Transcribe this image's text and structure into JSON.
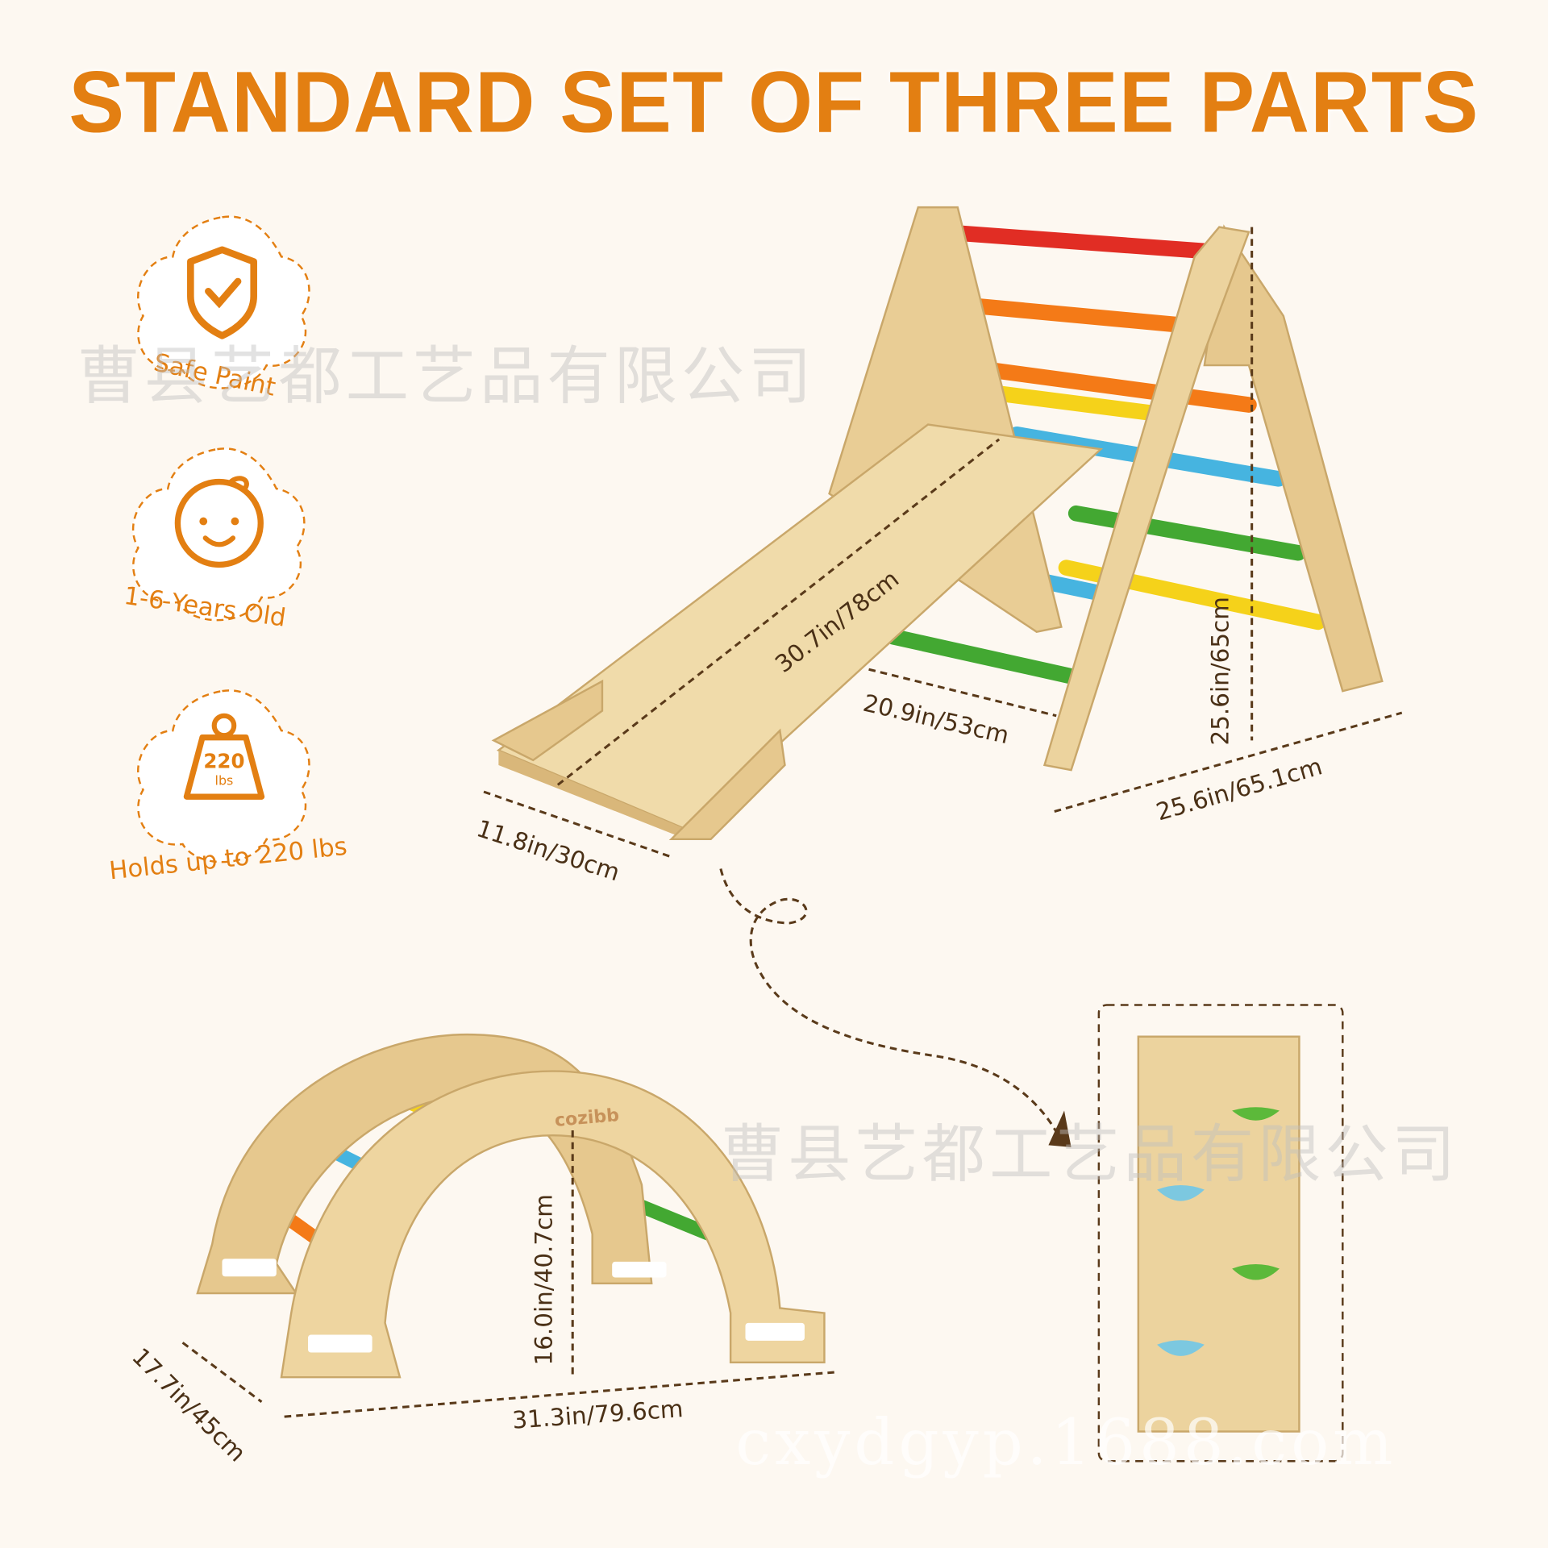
{
  "title": "STANDARD SET OF THREE PARTS",
  "features": [
    {
      "icon": "shield-check-icon",
      "label": "Safe Paint"
    },
    {
      "icon": "baby-face-icon",
      "label": "1-6 Years Old"
    },
    {
      "icon": "weight-icon",
      "label": "Holds up to 220 lbs",
      "weight_value": "220",
      "weight_unit": "lbs"
    }
  ],
  "dimensions": {
    "slide_length": "30.7in/78cm",
    "slide_width": "11.8in/30cm",
    "triangle_depth": "20.9in/53cm",
    "triangle_height": "25.6in/65cm",
    "triangle_width": "25.6in/65.1cm",
    "arch_height": "16.0in/40.7cm",
    "arch_length": "31.3in/79.6cm",
    "arch_depth": "17.7in/45cm"
  },
  "brand_logo": "cozibb",
  "watermarks": {
    "company": "曹县艺都工艺品有限公司",
    "site": "cxydgyp.1688.com"
  },
  "colors": {
    "accent": "#e37f12",
    "background": "#fdf8f1",
    "wood": "#e9cd95",
    "dim_line": "#5a3a1a"
  }
}
